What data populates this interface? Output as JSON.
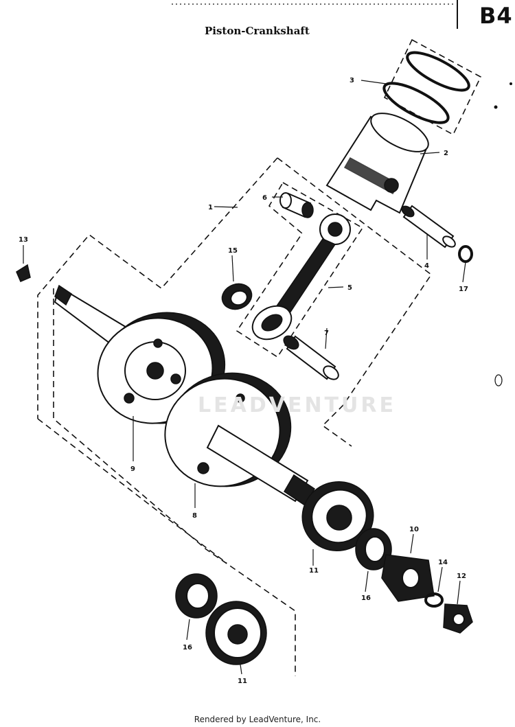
{
  "title": "Piston-Crankshaft",
  "page_code": "B4",
  "watermark": "LEADVENTURE",
  "footer": "Rendered by LeadVenture, Inc.",
  "callouts": [
    {
      "id": "c1",
      "label": "1"
    },
    {
      "id": "c2",
      "label": "2"
    },
    {
      "id": "c3",
      "label": "3"
    },
    {
      "id": "c4",
      "label": "4"
    },
    {
      "id": "c5",
      "label": "5"
    },
    {
      "id": "c6",
      "label": "6"
    },
    {
      "id": "c7",
      "label": "7"
    },
    {
      "id": "c8",
      "label": "8"
    },
    {
      "id": "c9",
      "label": "9"
    },
    {
      "id": "c10",
      "label": "10"
    },
    {
      "id": "c11a",
      "label": "11"
    },
    {
      "id": "c11b",
      "label": "11"
    },
    {
      "id": "c12",
      "label": "12"
    },
    {
      "id": "c13",
      "label": "13"
    },
    {
      "id": "c14",
      "label": "14"
    },
    {
      "id": "c15",
      "label": "15"
    },
    {
      "id": "c16a",
      "label": "16"
    },
    {
      "id": "c16b",
      "label": "16"
    },
    {
      "id": "c17",
      "label": "17"
    }
  ]
}
